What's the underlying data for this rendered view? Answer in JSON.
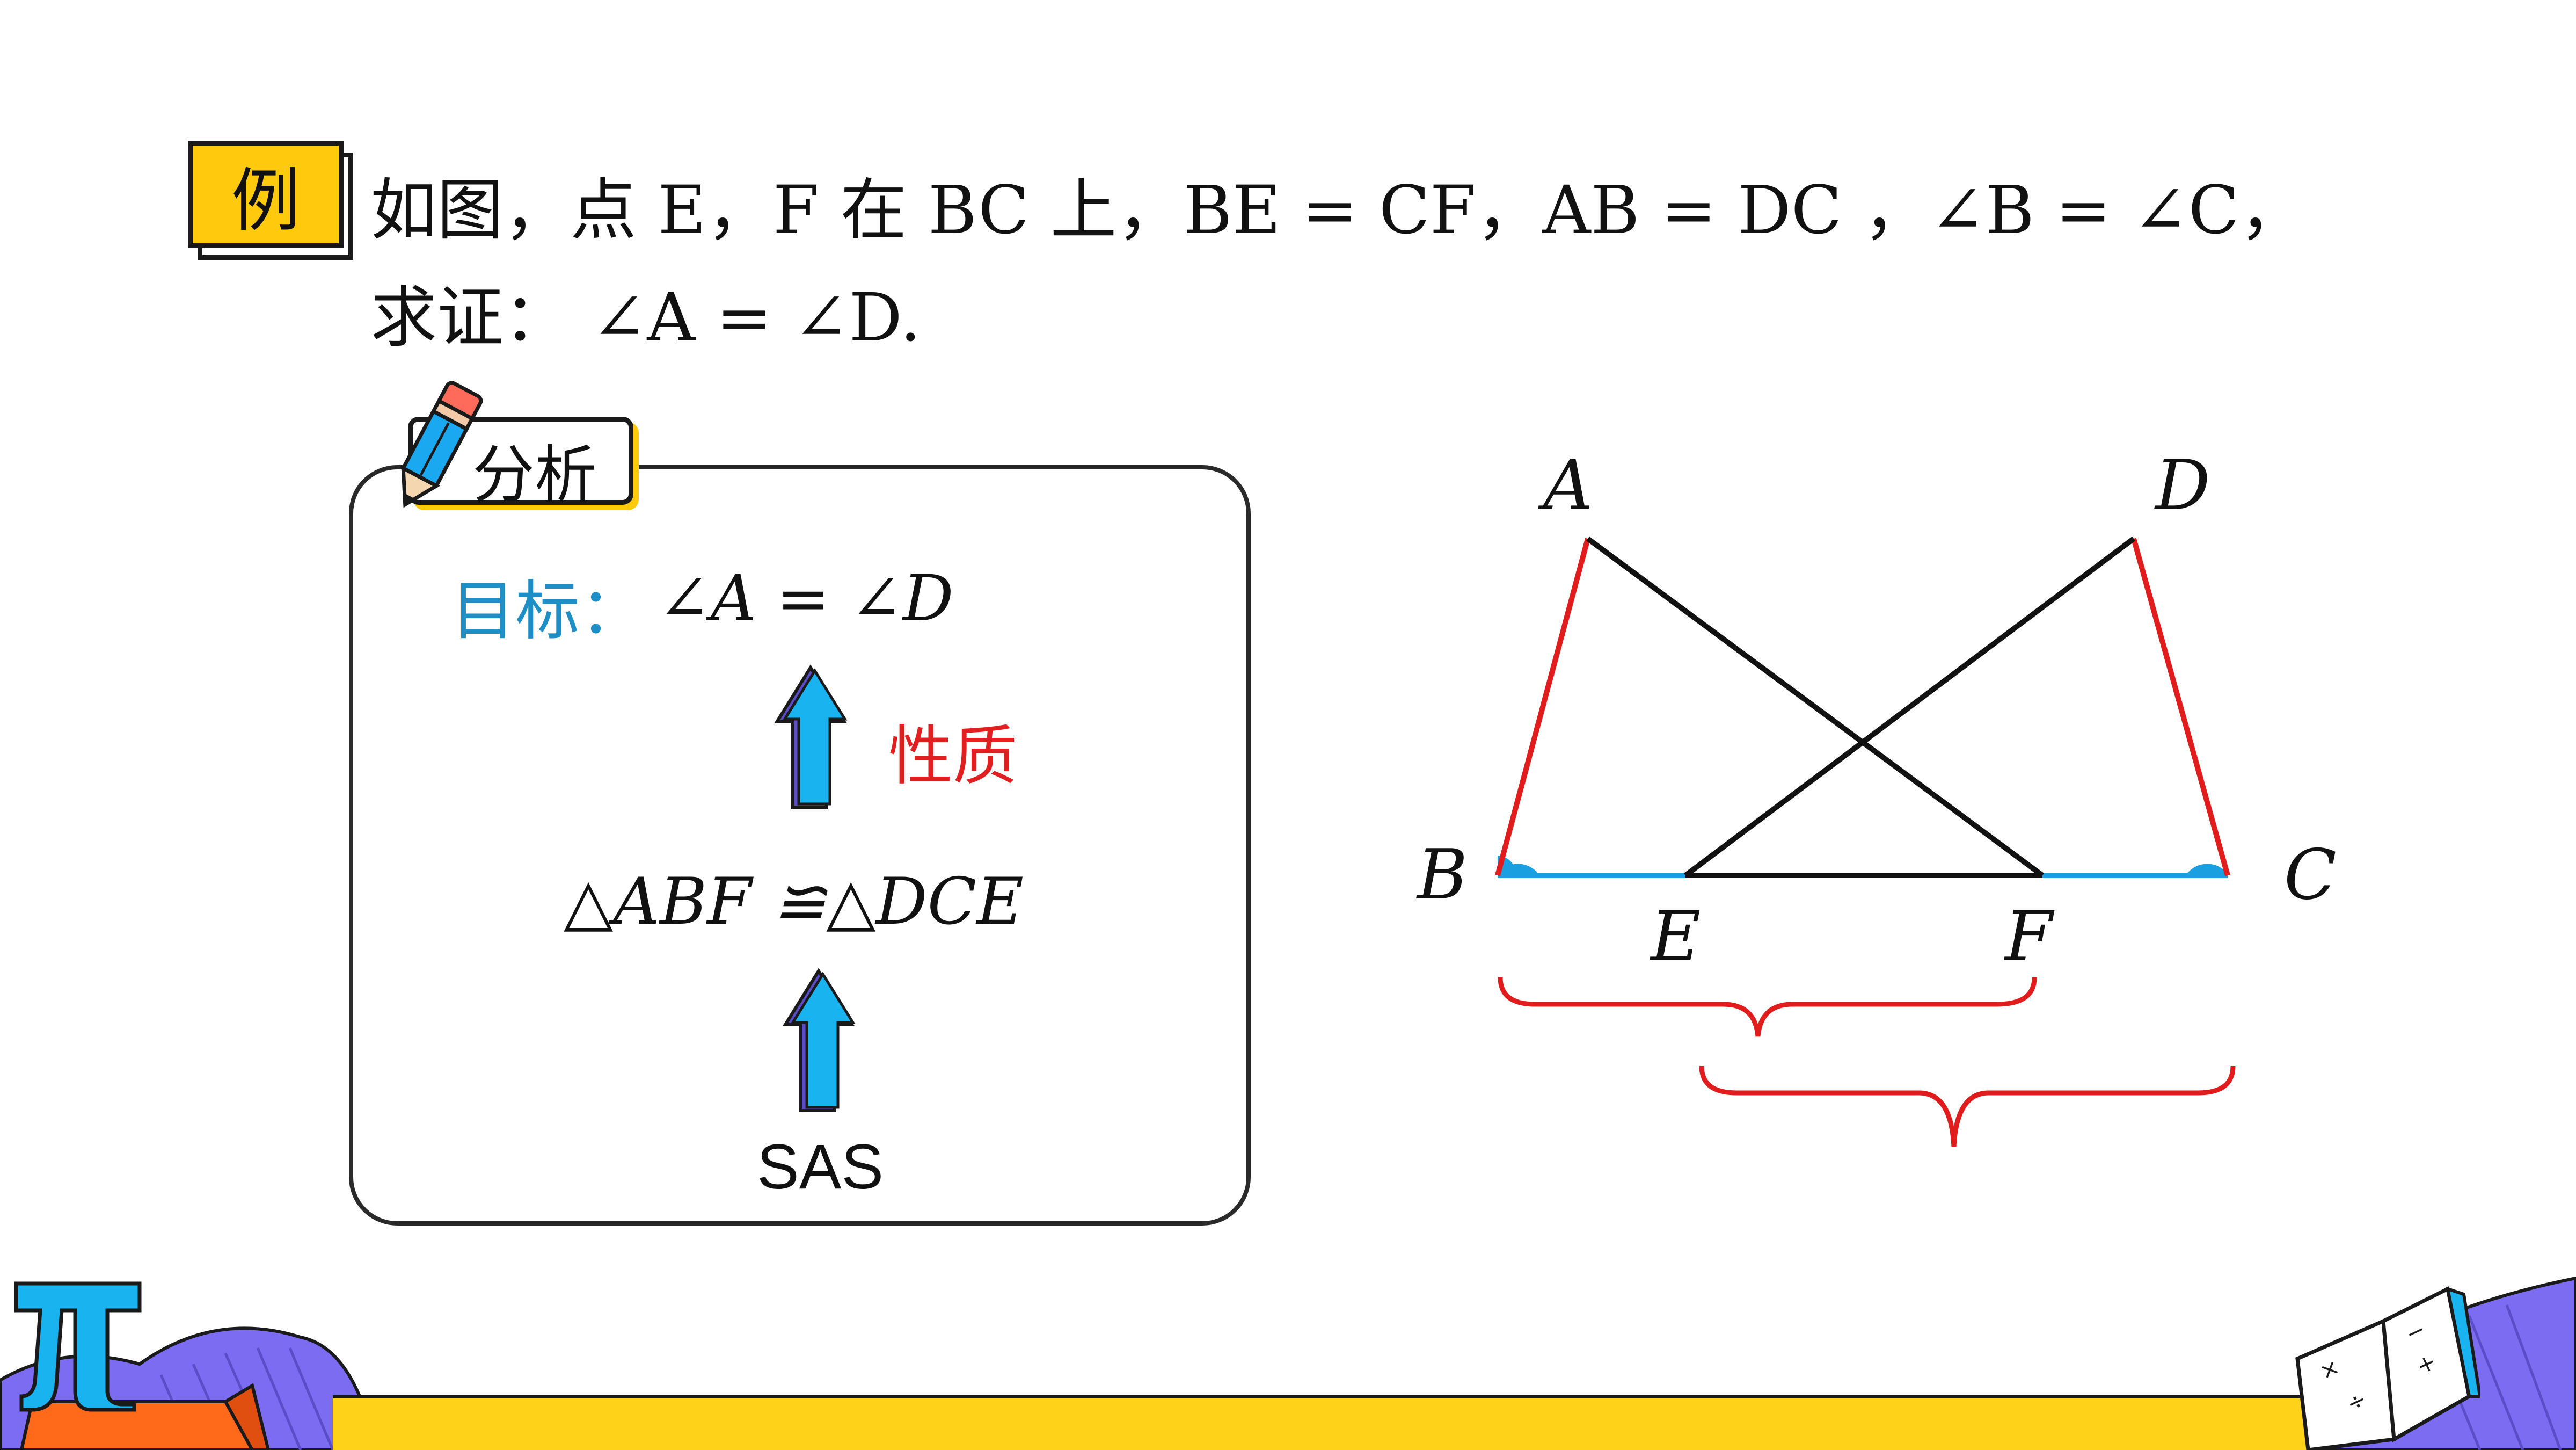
{
  "badge": {
    "label": "例"
  },
  "problem": {
    "line1": "如图，点 E，F 在 BC 上，BE = CF，AB = DC ，∠B = ∠C，",
    "line2": "求证：  ∠A  =  ∠D."
  },
  "analysis": {
    "tab_label": "分析",
    "goal_label": "目标：",
    "goal_formula": "∠A  = ∠D",
    "property_label": "性质",
    "congruence": "△ABF ≌△DCE",
    "method": "SAS"
  },
  "figure": {
    "points": {
      "A": "A",
      "D": "D",
      "B": "B",
      "C": "C",
      "E": "E",
      "F": "F"
    }
  },
  "colors": {
    "accent_yellow": "#ffc90e",
    "goal_blue": "#1e8fc6",
    "property_red": "#e02020",
    "segment_red": "#e01c1c",
    "segment_blue": "#1aa0e0",
    "arrow_blue": "#19b4f0",
    "arrow_purple": "#5b4dc7",
    "deco_purple": "#7b6cf2",
    "deco_orange": "#ff6a1a",
    "deco_blue": "#1aa8f0"
  },
  "icons": [
    "pencil-icon",
    "pi-icon",
    "open-book-icon",
    "up-arrow-icon"
  ]
}
